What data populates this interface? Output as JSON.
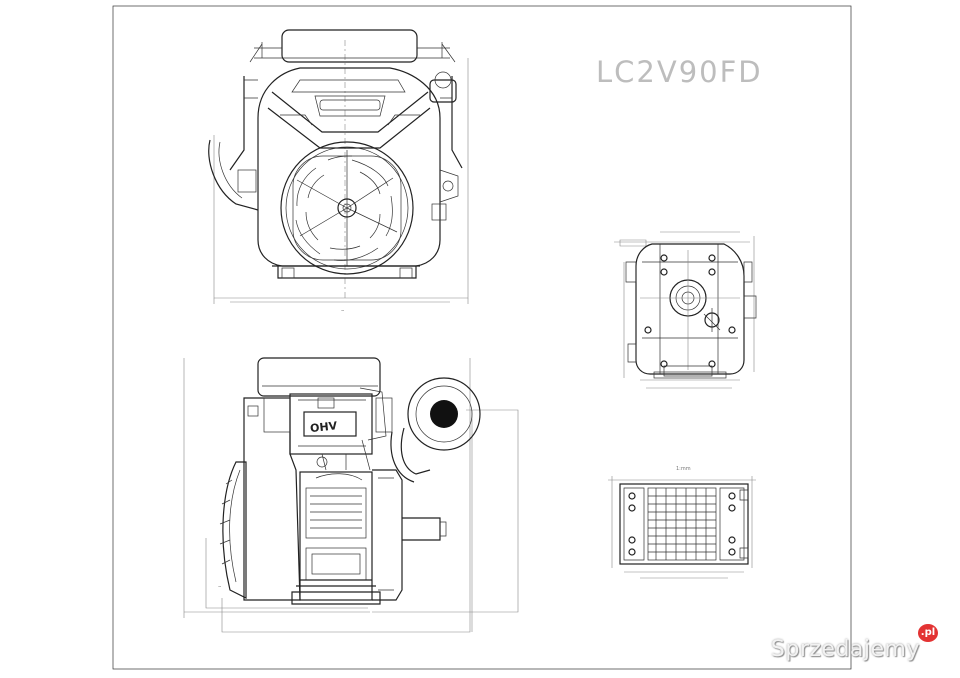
{
  "title": {
    "model": "LC2V90FD"
  },
  "drawing": {
    "ohv_label": "OHV",
    "scale_note": "1:mm"
  },
  "watermark": {
    "text": "Sprzedajemy",
    "badge": ".pl"
  }
}
